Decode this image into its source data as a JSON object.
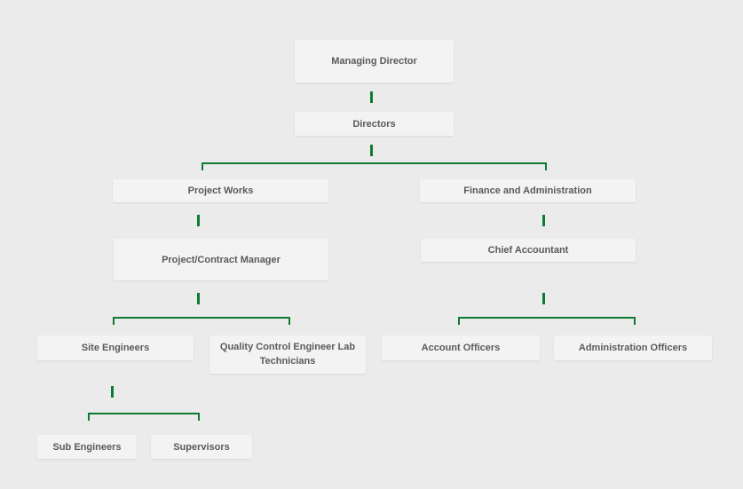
{
  "org_chart": {
    "managing_director": "Managing Director",
    "directors": "Directors",
    "project_works": "Project Works",
    "finance_admin": "Finance and Administration",
    "project_contract_manager": "Project/Contract Manager",
    "chief_accountant": "Chief Accountant",
    "site_engineers": "Site Engineers",
    "qc_engineer": "Quality Control Engineer Lab Technicians",
    "account_officers": "Account Officers",
    "administration_officers": "Administration Officers",
    "sub_engineers": "Sub Engineers",
    "supervisors": "Supervisors"
  },
  "colors": {
    "connector": "#0f7a32",
    "node_background": "#f4f3f3",
    "node_text": "#5a5a5a",
    "canvas_background": "#ebebeb"
  }
}
